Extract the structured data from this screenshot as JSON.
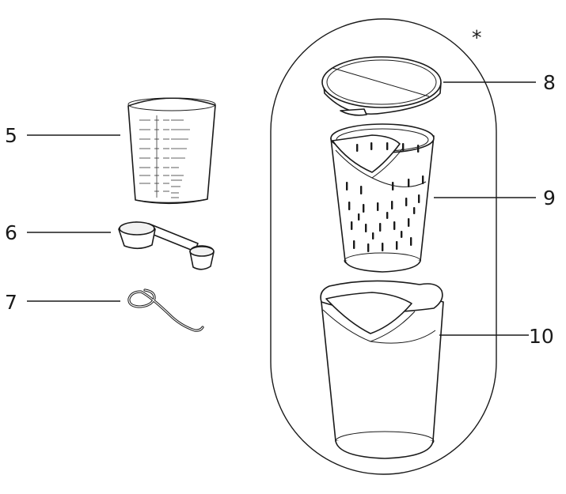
{
  "callouts": {
    "c5": "5",
    "c6": "6",
    "c7": "7",
    "c8": "8",
    "c9": "9",
    "c10": "10"
  },
  "group_marker": "*"
}
